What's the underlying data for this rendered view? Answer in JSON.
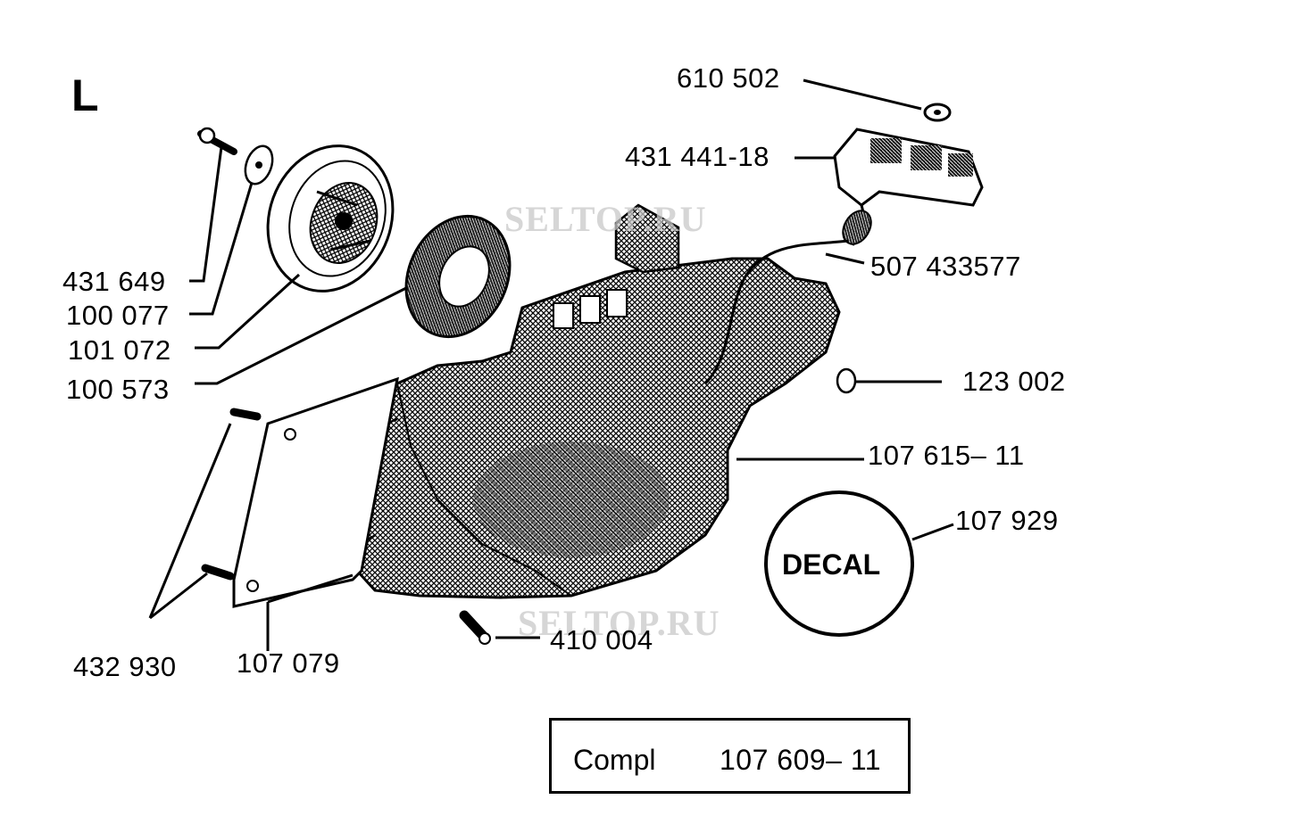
{
  "section_letter": "L",
  "watermark": "SELTOP.RU",
  "parts": {
    "p610502": "610 502",
    "p431441": "431  441-18",
    "p507433577": "507 433577",
    "p123002": "123 002",
    "p107615": "107  615– 11",
    "p107929": "107 929",
    "p431649": "431  649",
    "p100077": "100  077",
    "p101072": "101  072",
    "p100573": "100  573",
    "p432930": "432 930",
    "p107079": "107 079",
    "p410004": "410 004"
  },
  "decal": "DECAL",
  "complete_set": {
    "label": "Compl",
    "number": "107  609– 11"
  }
}
